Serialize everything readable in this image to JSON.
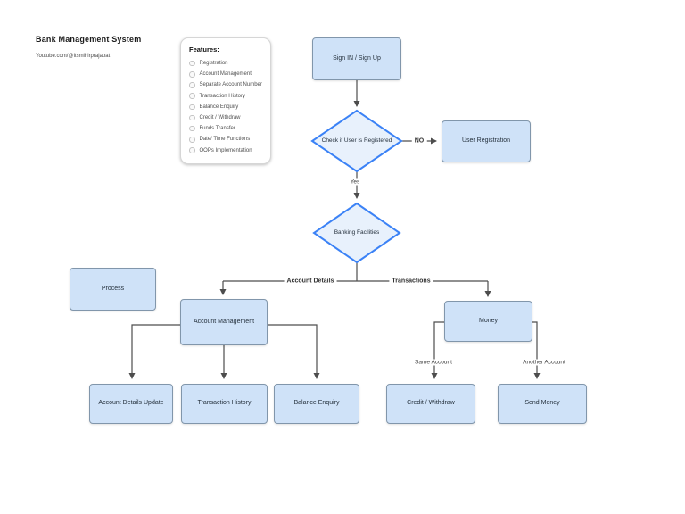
{
  "page": {
    "title": "Bank Management System",
    "subtitle": "Youtube.com/@itsmihirprajapat"
  },
  "features": {
    "heading": "Features:",
    "items": [
      "Registration",
      "Account Management",
      "Separate Account Number",
      "Transaction History",
      "Balance Enquiry",
      "Credit / Withdraw",
      "Funds Transfer",
      "Date/ Time Functions",
      "OOPs Implementation"
    ]
  },
  "nodes": {
    "signin": {
      "label": "Sign IN / Sign Up"
    },
    "check_registered": {
      "label": "Check if User is Registered"
    },
    "user_registration": {
      "label": "User Registration"
    },
    "banking_facilities": {
      "label": "Banking Facilities"
    },
    "process_legend": {
      "label": "Process"
    },
    "account_management": {
      "label": "Account Management"
    },
    "account_details_update": {
      "label": "Account Details Update"
    },
    "transaction_history": {
      "label": "Transaction History"
    },
    "balance_enquiry": {
      "label": "Balance Enquiry"
    },
    "money": {
      "label": "Money"
    },
    "credit_withdraw": {
      "label": "Credit / Withdraw"
    },
    "send_money": {
      "label": "Send Money"
    }
  },
  "edge_labels": {
    "no": "NO",
    "yes": "Yes",
    "account_details": "Account Details",
    "transactions": "Transactions",
    "same_account": "Same Account",
    "another_account": "Another Account"
  },
  "colors": {
    "node_fill": "#cfe2f8",
    "node_border": "#8196ab",
    "decision_fill": "#e8f1fc",
    "decision_border": "#3b82f6",
    "connector": "#4d4d4d",
    "panel_border": "#d6d6d6",
    "background": "#ffffff"
  }
}
